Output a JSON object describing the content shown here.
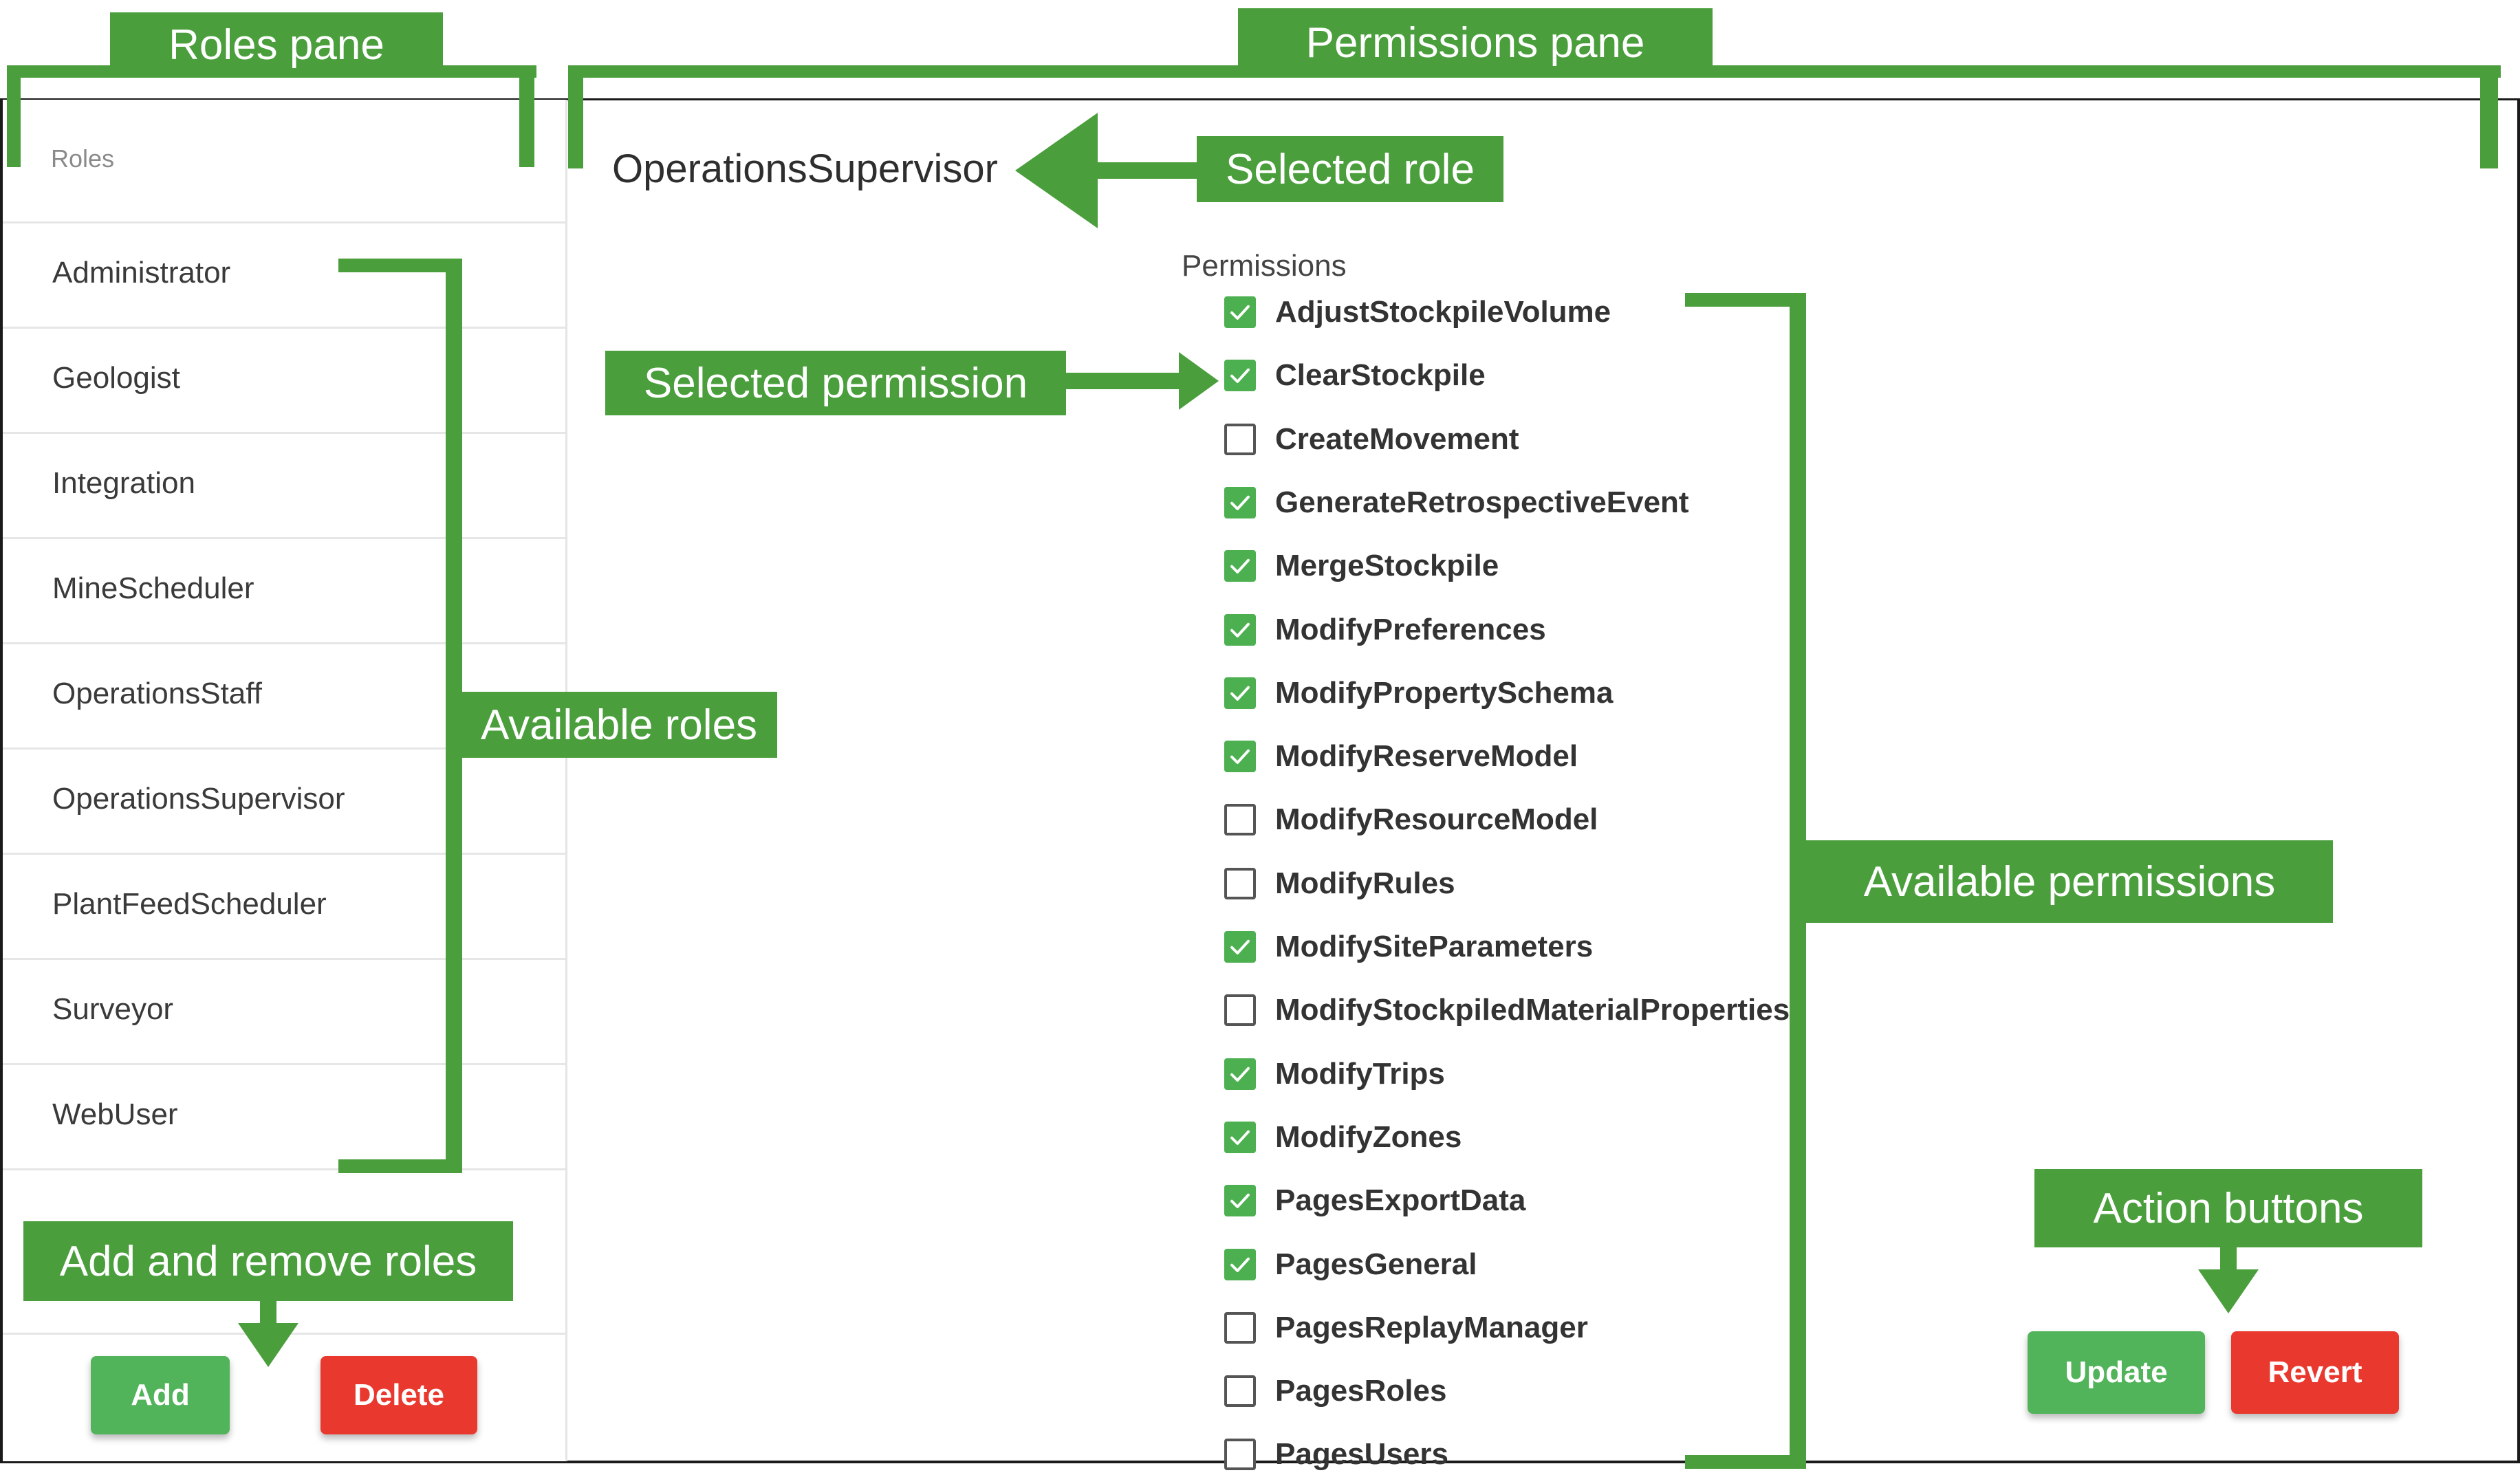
{
  "roles_pane": {
    "header": "Roles",
    "roles": [
      "Administrator",
      "Geologist",
      "Integration",
      "MineScheduler",
      "OperationsStaff",
      "OperationsSupervisor",
      "PlantFeedScheduler",
      "Surveyor",
      "WebUser"
    ],
    "add_label": "Add",
    "delete_label": "Delete"
  },
  "permissions_pane": {
    "selected_role": "OperationsSupervisor",
    "header": "Permissions",
    "permissions": [
      {
        "name": "AdjustStockpileVolume",
        "checked": true
      },
      {
        "name": "ClearStockpile",
        "checked": true
      },
      {
        "name": "CreateMovement",
        "checked": false
      },
      {
        "name": "GenerateRetrospectiveEvent",
        "checked": true
      },
      {
        "name": "MergeStockpile",
        "checked": true
      },
      {
        "name": "ModifyPreferences",
        "checked": true
      },
      {
        "name": "ModifyPropertySchema",
        "checked": true
      },
      {
        "name": "ModifyReserveModel",
        "checked": true
      },
      {
        "name": "ModifyResourceModel",
        "checked": false
      },
      {
        "name": "ModifyRules",
        "checked": false
      },
      {
        "name": "ModifySiteParameters",
        "checked": true
      },
      {
        "name": "ModifyStockpiledMaterialProperties",
        "checked": false
      },
      {
        "name": "ModifyTrips",
        "checked": true
      },
      {
        "name": "ModifyZones",
        "checked": true
      },
      {
        "name": "PagesExportData",
        "checked": true
      },
      {
        "name": "PagesGeneral",
        "checked": true
      },
      {
        "name": "PagesReplayManager",
        "checked": false
      },
      {
        "name": "PagesRoles",
        "checked": false
      },
      {
        "name": "PagesUsers",
        "checked": false
      }
    ],
    "update_label": "Update",
    "revert_label": "Revert"
  },
  "annotations": {
    "roles_pane": "Roles pane",
    "permissions_pane": "Permissions pane",
    "selected_role": "Selected role",
    "selected_permission": "Selected permission",
    "available_roles": "Available roles",
    "available_permissions": "Available permissions",
    "add_remove_roles": "Add and remove roles",
    "action_buttons": "Action buttons"
  },
  "colors": {
    "annotation_green": "#4a9e3c",
    "checkbox_green": "#4caf50",
    "button_green": "#52b45a",
    "button_red": "#e9392f"
  }
}
